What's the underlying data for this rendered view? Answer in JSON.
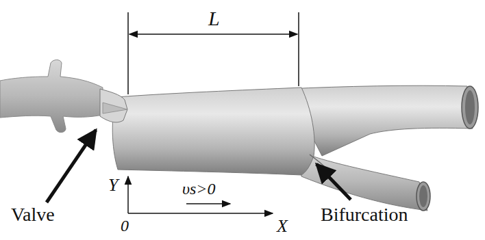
{
  "diagram": {
    "labels": [
      "L",
      "Valve",
      "Y",
      "0",
      "υs>0",
      "X",
      "Bifurcation"
    ]
  }
}
